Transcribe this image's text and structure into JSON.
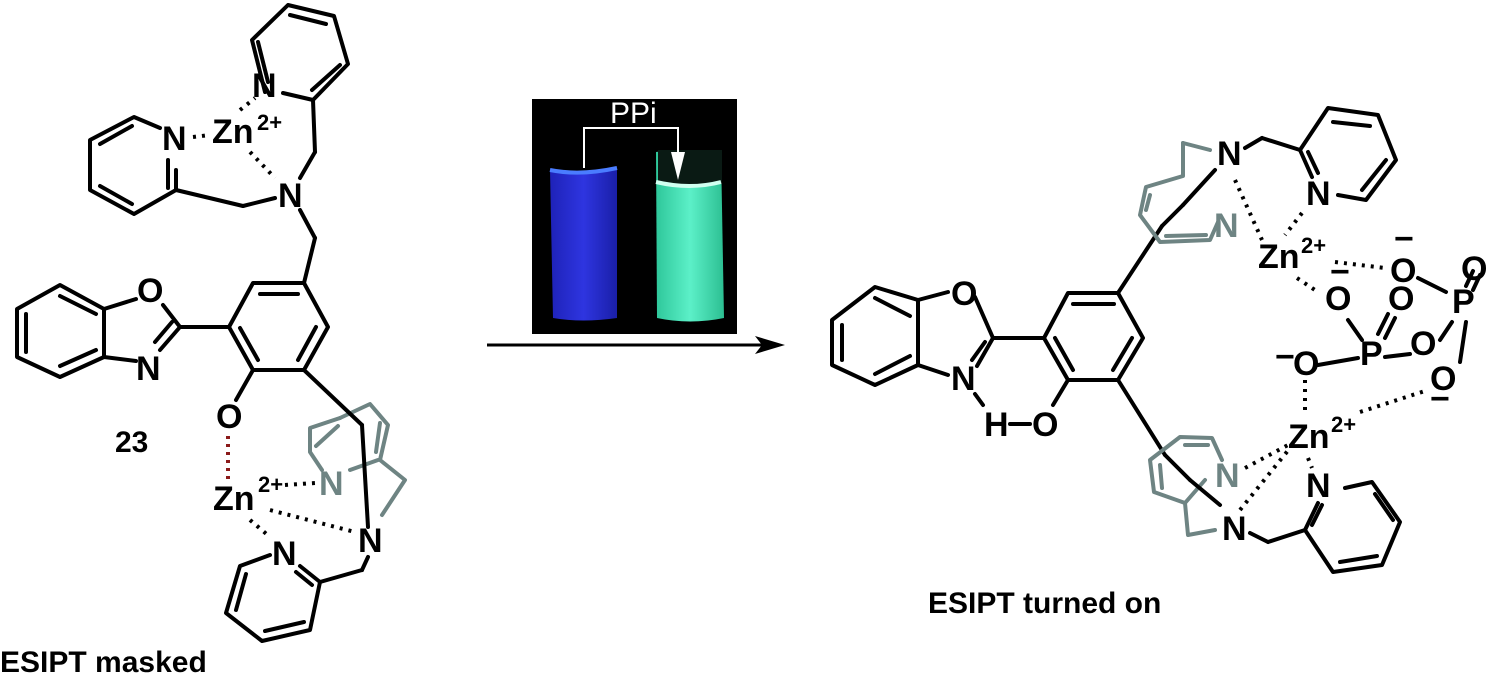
{
  "figure": {
    "reactant": {
      "compound_number": "23",
      "caption": "ESIPT masked",
      "metal_labels": [
        "Zn",
        "Zn"
      ],
      "charge": "2+",
      "atoms": {
        "N": "N",
        "O": "O"
      }
    },
    "reagent": {
      "label": "PPi",
      "photo": {
        "left_vial_color": "#2a2fd6",
        "right_vial_color": "#3fe0b0",
        "background": "#000000"
      }
    },
    "product": {
      "caption": "ESIPT turned on",
      "metal_labels": [
        "Zn",
        "Zn"
      ],
      "charge": "2+",
      "atoms": {
        "N": "N",
        "O": "O",
        "P": "P",
        "H": "H",
        "minus": "−"
      }
    },
    "colors": {
      "bond": "#000000",
      "back_ring": "#6e8483",
      "hbond": "#8b1a1a"
    }
  }
}
